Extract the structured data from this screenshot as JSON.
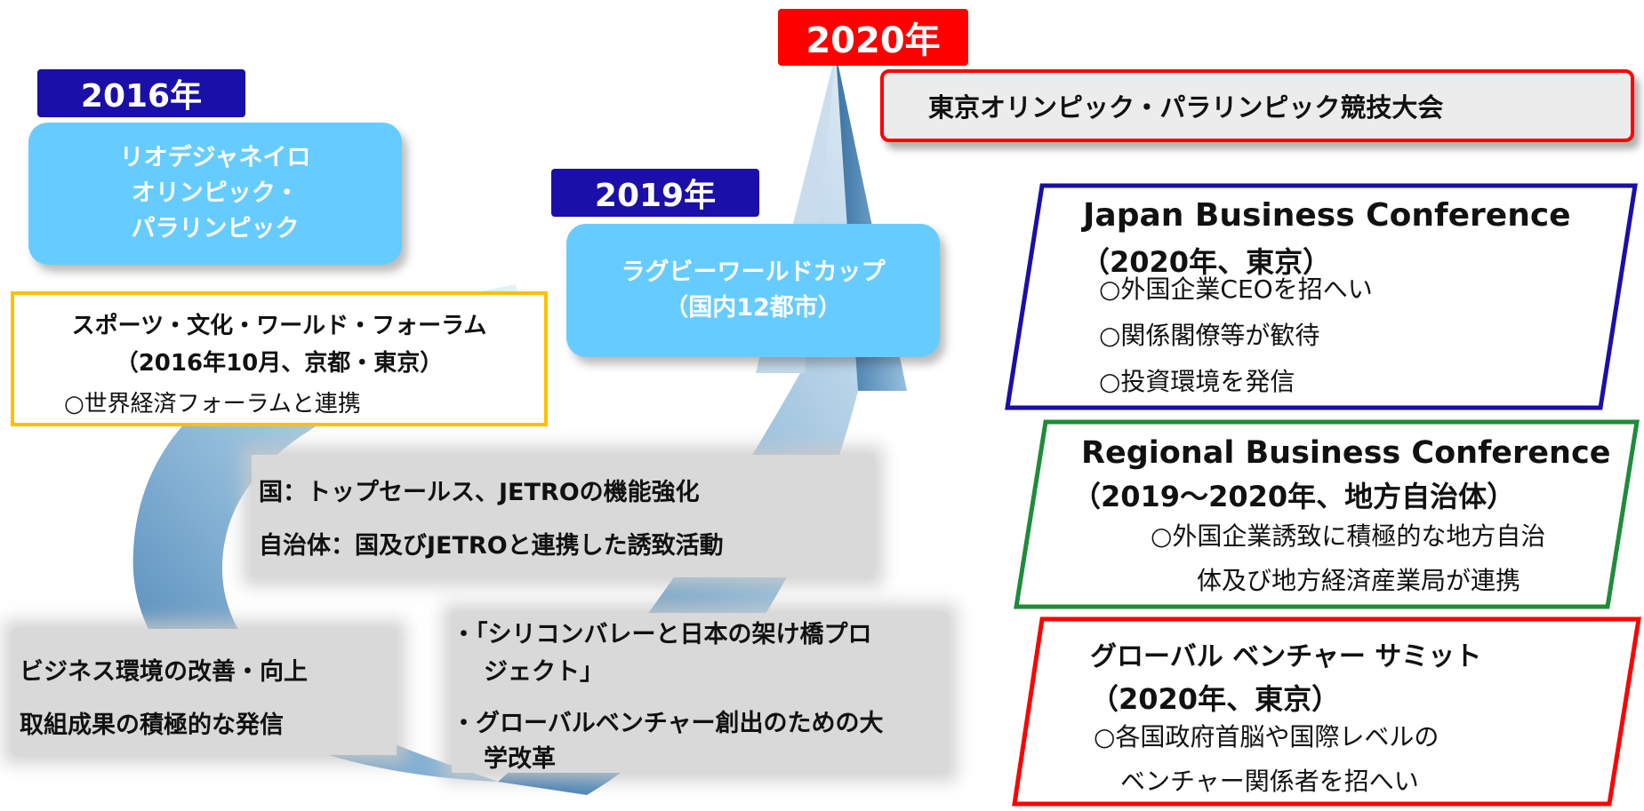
{
  "years": {
    "y2016": "2016年",
    "y2019": "2019年",
    "y2020": "2020年"
  },
  "rio": {
    "lines": [
      "リオデジャネイロ",
      "オリンピック・",
      "パラリンピック"
    ]
  },
  "rugby": {
    "lines": [
      "ラグビーワールドカップ",
      "（国内12都市）"
    ]
  },
  "tokyo2020": {
    "title": "東京オリンピック・パラリンピック競技大会"
  },
  "sports_forum": {
    "title": "スポーツ・文化・ワールド・フォーラム",
    "date": "（2016年10月、京都・東京）",
    "item": "○世界経済フォーラムと連携"
  },
  "promotion": {
    "line1": "国：トップセールス、JETROの機能強化",
    "line2": "自治体：国及びJETROと連携した誘致活動"
  },
  "business_env": {
    "line1": "ビジネス環境の改善・向上",
    "line2": "取組成果の積極的な発信"
  },
  "projects": {
    "item1": [
      "・「シリコンバレーと日本の架け橋プロ",
      "ジェクト」"
    ],
    "item2": [
      "・グローバルベンチャー創出のための大",
      "学改革"
    ]
  },
  "jbc": {
    "title": "Japan Business Conference",
    "subtitle": "（2020年、東京）",
    "items": [
      "○外国企業CEOを招へい",
      "○関係閣僚等が歓待",
      "○投資環境を発信"
    ]
  },
  "rbc": {
    "title": "Regional Business Conference",
    "subtitle": "（2019～2020年、地方自治体）",
    "items": [
      "○外国企業誘致に積極的な地方自治",
      "体及び地方経済産業局が連携"
    ]
  },
  "gvs": {
    "title": "グローバル ベンチャー サミット",
    "subtitle": "（2020年、東京）",
    "items": [
      "○各国政府首脳や国際レベルの",
      "ベンチャー関係者を招へい"
    ]
  },
  "colors": {
    "badge_blue": "#1a0fa8",
    "badge_red": "#ff0000",
    "event_blue": "#66ccff",
    "border_yellow": "#ffc000",
    "border_blue": "#1a0fa8",
    "border_green": "#1e8c3a",
    "border_red": "#ff0000"
  }
}
